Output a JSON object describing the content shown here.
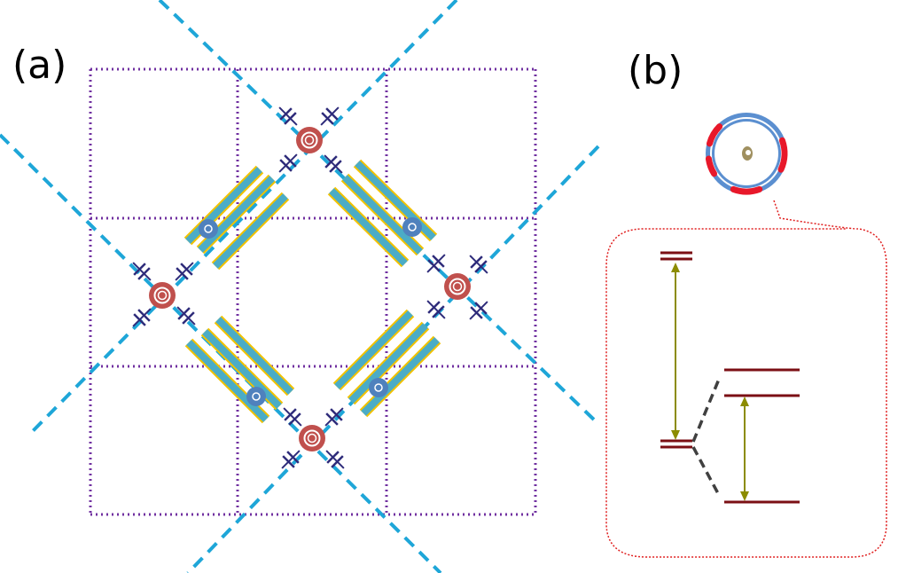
{
  "panel_labels": {
    "a": "(a)",
    "b": "(b)"
  },
  "colors": {
    "grid": "#7030a0",
    "diagonal": "#1ea6d8",
    "coupler": "#2e2b7a",
    "ring_resonator": "#c0504d",
    "qubit": "#4f81bd",
    "strip_fill": "#4bacc6",
    "strip_outline": "#f2c200",
    "level": "#7b0f14",
    "transition_arrow": "#8c8c00",
    "connector_dash": "#404040",
    "callout_border": "#e02020",
    "ring_outer": "#5b8fd0",
    "ring_segments": "#e8182a",
    "ring_center": "#a09060"
  },
  "icons": {
    "resonator": "double-ring",
    "qubit": "dot-in-circle",
    "coupler": "double-bar-capacitor"
  }
}
